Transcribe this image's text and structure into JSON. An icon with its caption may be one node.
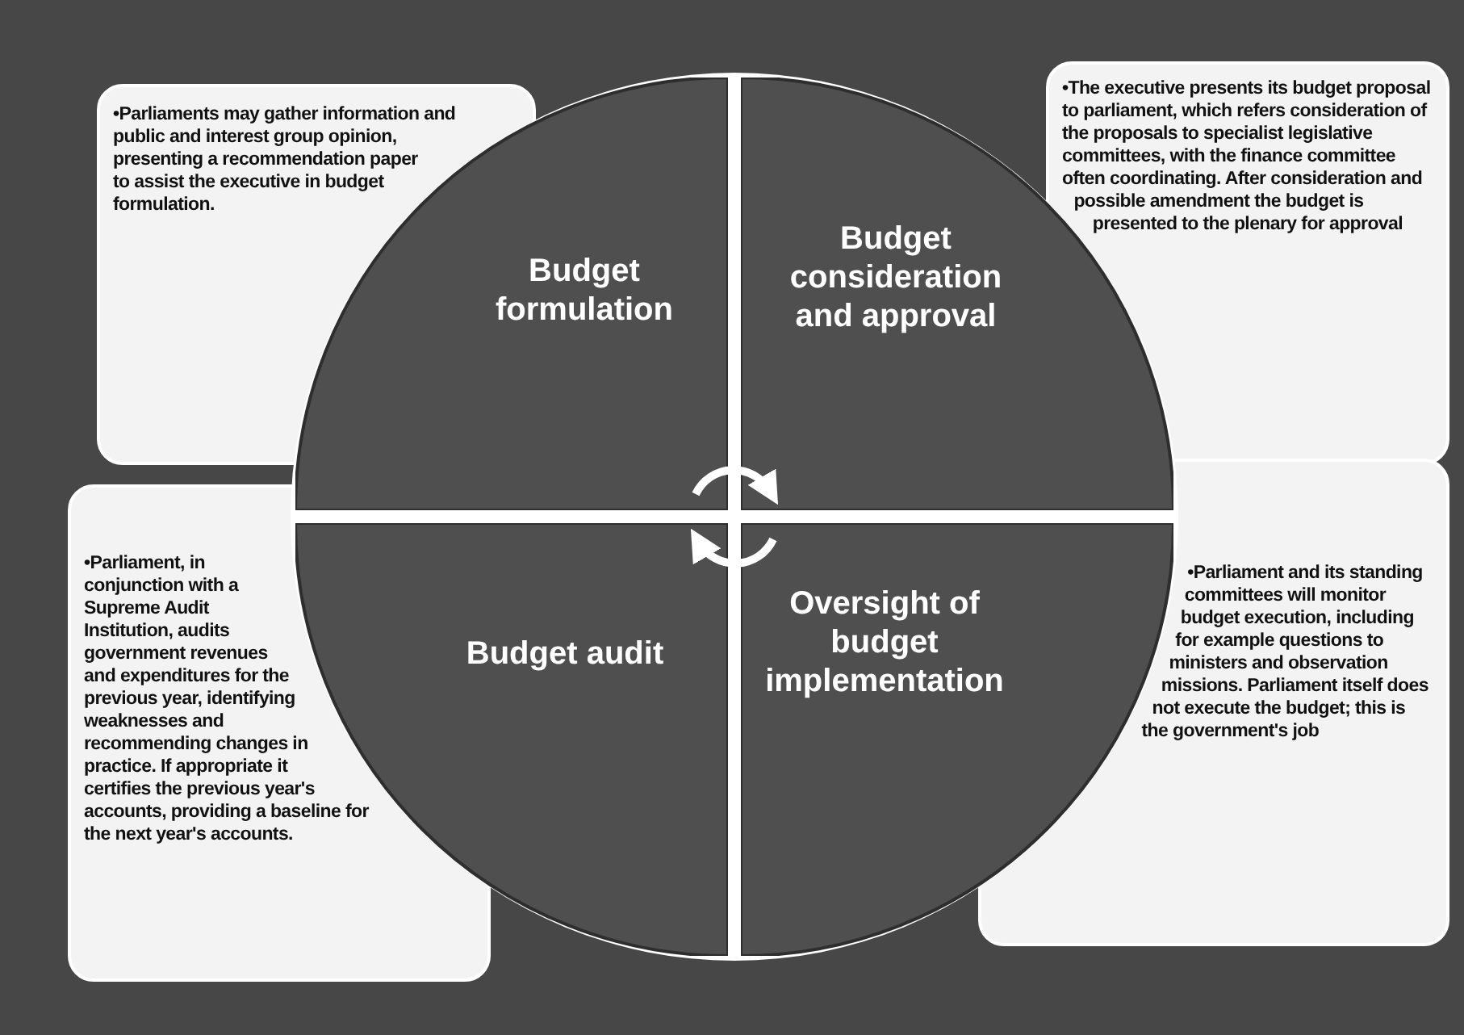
{
  "diagram": {
    "nodes": [
      {
        "text": [
          "•Parliaments may gather information and public and interest group opinion, presenting a recommendation paper to assist the executive in budget formulation."
        ]
      },
      {
        "text": [
          "Budget formulation"
        ]
      },
      {
        "text": [
          "Budget consideration and approval"
        ]
      },
      {
        "text": [
          "•The executive presents its budget proposal to parliament, which refers consideration of the proposals to specialist legislative committees, with the finance committee often coordinating. After consideration and possible amendment the budget is presented to the plenary for approval"
        ]
      },
      {
        "text": [
          "•Parliament, in conjunction with a Supreme Audit Institution, audits government revenues and expenditures for the previous year, identifying weaknesses and recommending changes in practice. If appropriate it certifies the previous year's accounts, providing a baseline for the next year's accounts."
        ]
      },
      {
        "text": [
          "Budget audit"
        ]
      },
      {
        "text": [
          "Oversight of budget implementation"
        ]
      },
      {
        "text": [
          "•Parliament and its standing committees will monitor budget execution, including for example questions to ministers and observation missions. Parliament itself does not execute the budget; this is the government's job"
        ]
      }
    ],
    "edges": [
      {
        "from": 1,
        "to": 2,
        "arrow": "to"
      },
      {
        "from": 6,
        "to": 5,
        "arrow": "to"
      }
    ]
  }
}
